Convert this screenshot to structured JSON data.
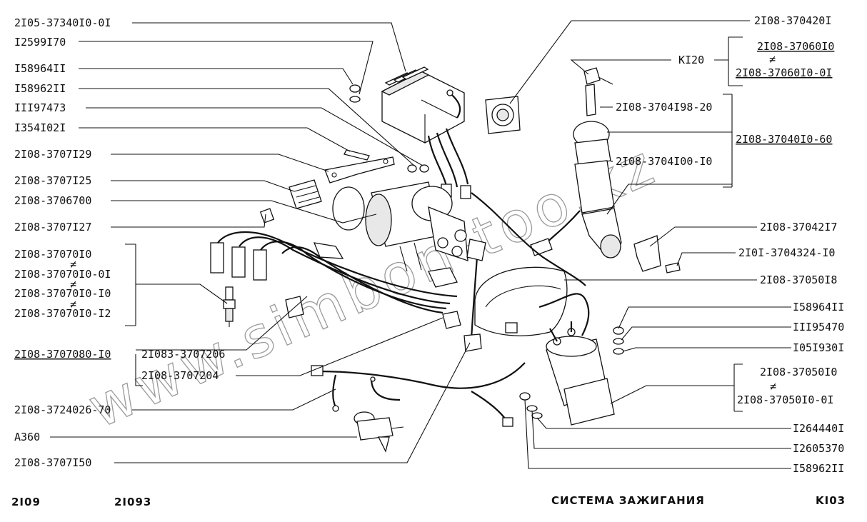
{
  "left_labels": [
    "2I05-37340I0-0I",
    "I2599I70",
    "I58964II",
    "I58962II",
    "III97473",
    "I354I02I",
    "2I08-3707I29",
    "2I08-3707I25",
    "2I08-3706700",
    "2I08-3707I27",
    "2I08-37070I0",
    "2I08-37070I0-0I",
    "2I08-37070I0-I0",
    "2I08-37070I0-I2",
    "2I08-3707080-I0",
    "2I08-3724026-70",
    "A360",
    "2I08-3707I50"
  ],
  "mid_labels": [
    "2I083-3707206",
    "2I08-3707204"
  ],
  "right_labels": [
    "2I08-370420I",
    "KI20",
    "2I08-37060I0",
    "2I08-37060I0-0I",
    "2I08-3704I98-20",
    "2I08-37040I0-60",
    "2I08-3704I00-I0",
    "2I08-37042I7",
    "2I0I-3704324-I0",
    "2I08-37050I8",
    "I58964II",
    "III95470",
    "I05I930I",
    "2I08-37050I0",
    "2I08-37050I0-0I",
    "I264440I",
    "I2605370",
    "I58962II"
  ],
  "footer": {
    "model_1": "2I09",
    "model_2": "2I093",
    "title": "СИСТЕМА ЗАЖИГАНИЯ",
    "code": "KI03"
  },
  "watermark": "www.simbon-too.kz",
  "icons": [
    "ignition-coil",
    "distributor",
    "spark-plug",
    "ignition-switch",
    "ignition-key",
    "switch-unit",
    "wiring-harness",
    "suppression-capacitor"
  ]
}
